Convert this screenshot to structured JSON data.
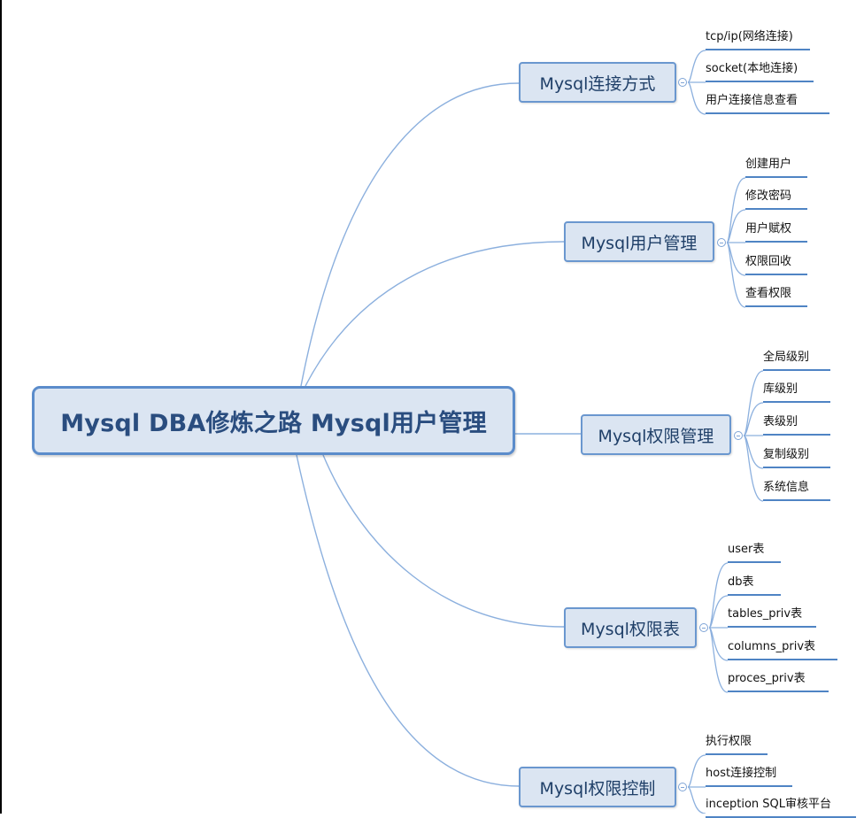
{
  "root": {
    "title": "Mysql DBA修炼之路 Mysql用户管理"
  },
  "branches": [
    {
      "label": "Mysql连接方式",
      "leaves": [
        "tcp/ip(网络连接)",
        "socket(本地连接)",
        "用户连接信息查看"
      ]
    },
    {
      "label": "Mysql用户管理",
      "leaves": [
        "创建用户",
        "修改密码",
        "用户赋权",
        "权限回收",
        "查看权限"
      ]
    },
    {
      "label": "Mysql权限管理",
      "leaves": [
        "全局级别",
        "库级别",
        "表级别",
        "复制级别",
        "系统信息"
      ]
    },
    {
      "label": "Mysql权限表",
      "leaves": [
        "user表",
        "db表",
        "tables_priv表",
        "columns_priv表",
        "proces_priv表"
      ]
    },
    {
      "label": "Mysql权限控制",
      "leaves": [
        "执行权限",
        "host连接控制",
        "inception SQL审核平台"
      ]
    }
  ],
  "colors": {
    "line": "#8cb0de",
    "node_fill": "#dbe5f2",
    "node_border": "#5b8ccb",
    "underline": "#4f84c4"
  }
}
